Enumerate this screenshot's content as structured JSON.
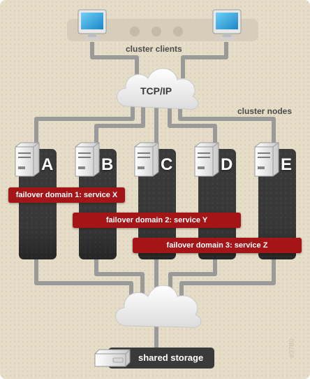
{
  "colors": {
    "background": "#e6ddc9",
    "node": "#3b3b3b",
    "failover": "#a41518",
    "storage_box": "#3a3a3a",
    "line": "#9a9a9a",
    "cloud": "#f2f2f2"
  },
  "labels": {
    "cluster_clients": "cluster clients",
    "tcpip": "TCP/IP",
    "cluster_nodes": "cluster nodes",
    "shared_storage": "shared storage",
    "figure_id": "#3780"
  },
  "nodes": [
    {
      "label": "A",
      "icon": "server-icon"
    },
    {
      "label": "B",
      "icon": "server-icon"
    },
    {
      "label": "C",
      "icon": "server-icon"
    },
    {
      "label": "D",
      "icon": "server-icon"
    },
    {
      "label": "E",
      "icon": "server-icon"
    }
  ],
  "failover_domains": [
    {
      "label": "failover domain 1: service X"
    },
    {
      "label": "failover domain 2: service Y"
    },
    {
      "label": "failover domain 3: service Z"
    }
  ],
  "clients": [
    {
      "icon": "monitor-icon"
    },
    {
      "icon": "monitor-icon"
    }
  ]
}
